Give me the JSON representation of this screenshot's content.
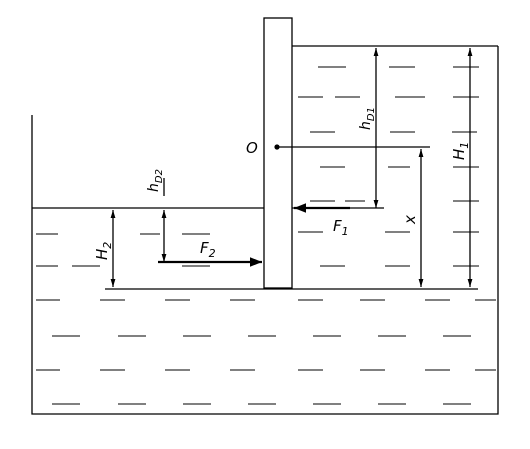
{
  "labels": {
    "pivot": "O",
    "hD1": {
      "main": "h",
      "sub": "D1"
    },
    "hD2": {
      "main": "h",
      "sub": "D2"
    },
    "H1": {
      "main": "H",
      "sub": "1"
    },
    "H2": {
      "main": "H",
      "sub": "2"
    },
    "F1": {
      "main": "F",
      "sub": "1"
    },
    "F2": {
      "main": "F",
      "sub": "2"
    },
    "x": "x"
  },
  "colors": {
    "stroke": "#000000",
    "background": "#ffffff"
  }
}
